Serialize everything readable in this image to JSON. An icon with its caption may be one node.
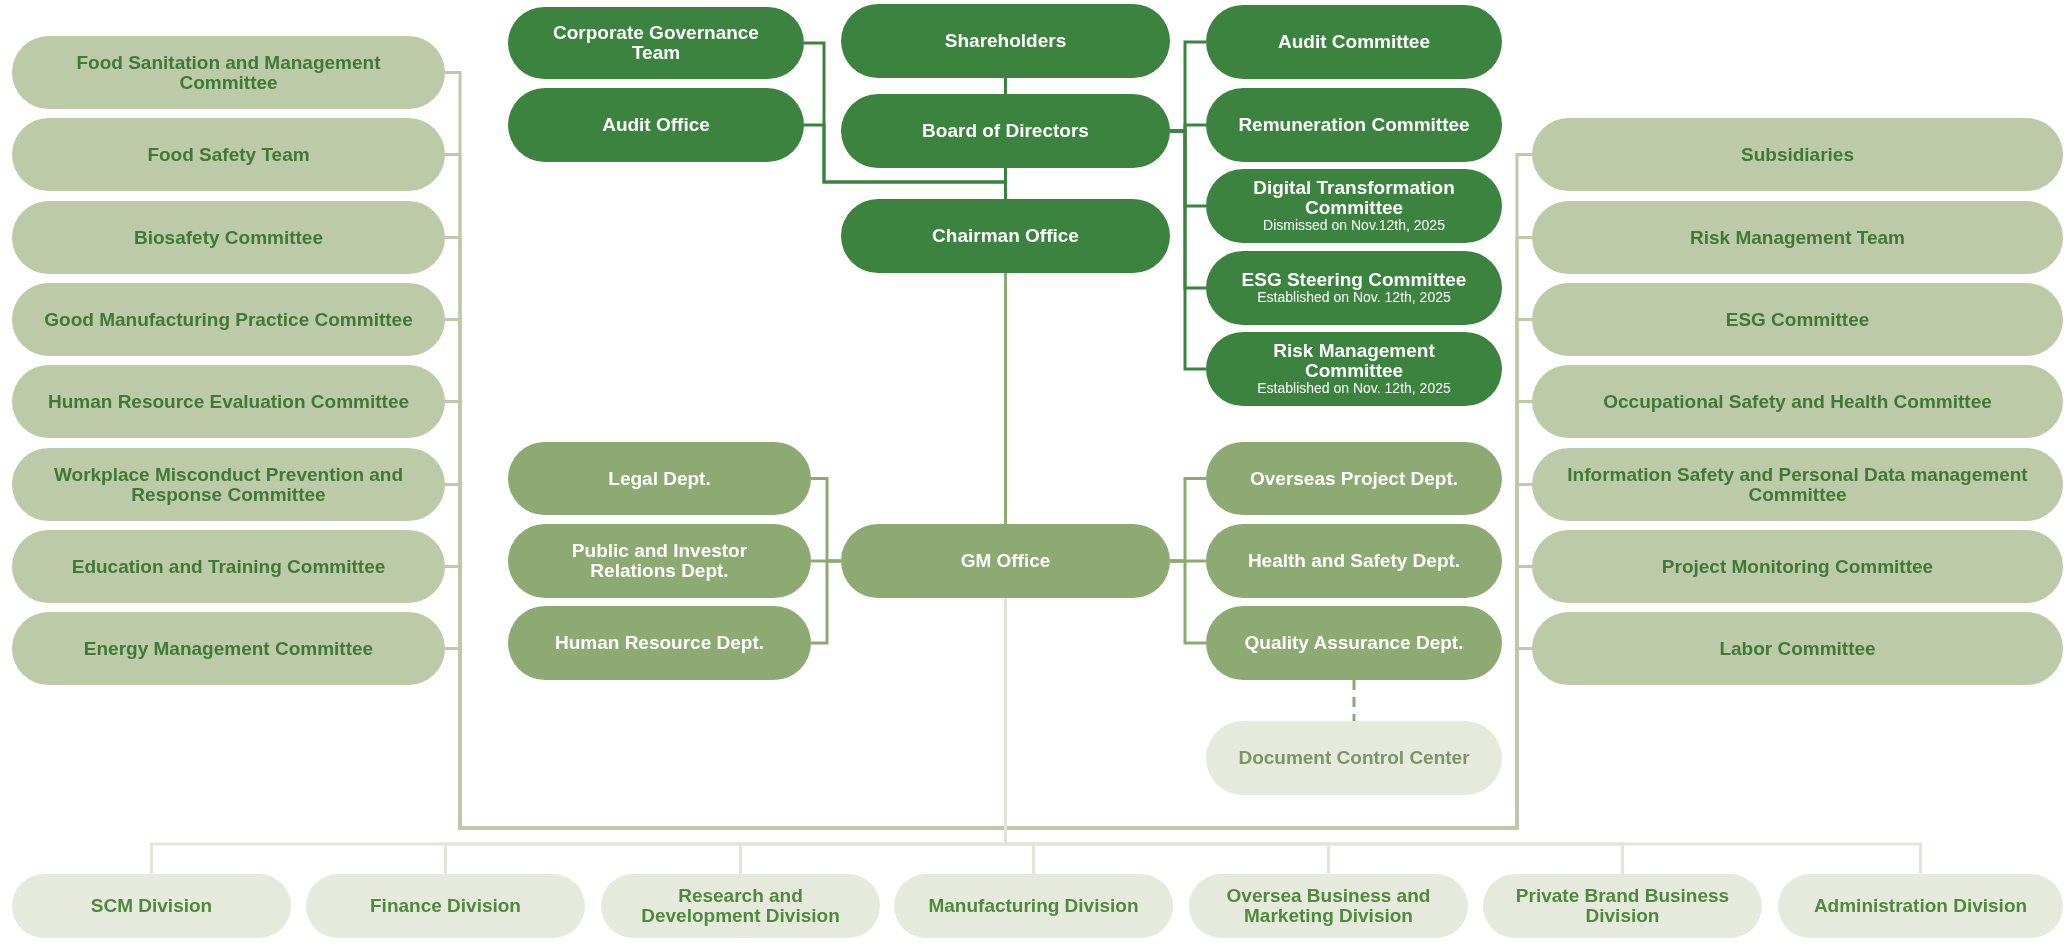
{
  "diagram": {
    "nodes": [
      {
        "text": [
          "Shareholders"
        ]
      },
      {
        "text": [
          "Board of Directors"
        ]
      },
      {
        "text": [
          "Chairman Office"
        ]
      },
      {
        "text": [
          "Corporate Governance Team"
        ]
      },
      {
        "text": [
          "Audit Office"
        ]
      },
      {
        "text": [
          "Audit Committee"
        ]
      },
      {
        "text": [
          "Remuneration Committee"
        ]
      },
      {
        "text": [
          "Digital Transformation Committee",
          "Dismissed on Nov.12th, 2025"
        ]
      },
      {
        "text": [
          "ESG Steering Committee",
          "Established on Nov. 12th, 2025"
        ]
      },
      {
        "text": [
          "Risk Management Committee",
          "Established on Nov. 12th, 2025"
        ]
      },
      {
        "text": [
          "GM Office"
        ]
      },
      {
        "text": [
          "Legal Dept."
        ]
      },
      {
        "text": [
          "Public and Investor Relations Dept."
        ]
      },
      {
        "text": [
          "Human Resource Dept."
        ]
      },
      {
        "text": [
          "Overseas Project Dept."
        ]
      },
      {
        "text": [
          "Health and Safety Dept."
        ]
      },
      {
        "text": [
          "Quality Assurance Dept."
        ]
      },
      {
        "text": [
          "Document Control Center"
        ]
      },
      {
        "text": [
          "Food Sanitation and Management Committee"
        ]
      },
      {
        "text": [
          "Food Safety Team"
        ]
      },
      {
        "text": [
          "Biosafety Committee"
        ]
      },
      {
        "text": [
          "Good Manufacturing Practice Committee"
        ]
      },
      {
        "text": [
          "Human Resource Evaluation Committee"
        ]
      },
      {
        "text": [
          "Workplace Misconduct Prevention and Response Committee"
        ]
      },
      {
        "text": [
          "Education and Training Committee"
        ]
      },
      {
        "text": [
          "Energy Management Committee"
        ]
      },
      {
        "text": [
          "Subsidiaries"
        ]
      },
      {
        "text": [
          "Risk Management Team"
        ]
      },
      {
        "text": [
          "ESG Committee"
        ]
      },
      {
        "text": [
          "Occupational Safety and Health Committee"
        ]
      },
      {
        "text": [
          "Information Safety and Personal Data management Committee"
        ]
      },
      {
        "text": [
          "Project Monitoring Committee"
        ]
      },
      {
        "text": [
          "Labor Committee"
        ]
      },
      {
        "text": [
          "SCM Division"
        ]
      },
      {
        "text": [
          "Finance Division"
        ]
      },
      {
        "text": [
          "Research and Development Division"
        ]
      },
      {
        "text": [
          "Manufacturing Division"
        ]
      },
      {
        "text": [
          "Oversea Business and Marketing Division"
        ]
      },
      {
        "text": [
          "Private Brand Business Division"
        ]
      },
      {
        "text": [
          "Administration Division"
        ]
      }
    ],
    "edges": [
      {
        "from": 0,
        "to": 1,
        "arrow": "none",
        "color": "#3d8340"
      },
      {
        "from": 1,
        "to": 2,
        "arrow": "none",
        "color": "#3d8340"
      },
      {
        "from": 1,
        "to": 3,
        "arrow": "none",
        "color": "#3d8340"
      },
      {
        "from": 1,
        "to": 4,
        "arrow": "none",
        "color": "#3d8340"
      },
      {
        "from": 1,
        "to": 5,
        "arrow": "none",
        "color": "#3d8340"
      },
      {
        "from": 1,
        "to": 6,
        "arrow": "none",
        "color": "#3d8340"
      },
      {
        "from": 1,
        "to": 7,
        "arrow": "none",
        "color": "#3d8340"
      },
      {
        "from": 1,
        "to": 8,
        "arrow": "none",
        "color": "#3d8340"
      },
      {
        "from": 1,
        "to": 9,
        "arrow": "none",
        "color": "#3d8340"
      },
      {
        "from": 2,
        "to": 10,
        "arrow": "none",
        "color": "#8daa73"
      },
      {
        "from": 10,
        "to": 11,
        "arrow": "none",
        "color": "#8daa73"
      },
      {
        "from": 10,
        "to": 12,
        "arrow": "none",
        "color": "#8daa73"
      },
      {
        "from": 10,
        "to": 13,
        "arrow": "none",
        "color": "#8daa73"
      },
      {
        "from": 10,
        "to": 14,
        "arrow": "none",
        "color": "#8daa73"
      },
      {
        "from": 10,
        "to": 15,
        "arrow": "none",
        "color": "#8daa73"
      },
      {
        "from": 10,
        "to": 16,
        "arrow": "none",
        "color": "#8daa73"
      },
      {
        "from": 16,
        "to": 17,
        "arrow": "none",
        "style": "dashed",
        "color": "#8daa73"
      },
      {
        "from": 10,
        "to": 18,
        "arrow": "none"
      },
      {
        "from": 10,
        "to": 19,
        "arrow": "none"
      },
      {
        "from": 10,
        "to": 20,
        "arrow": "none"
      },
      {
        "from": 10,
        "to": 21,
        "arrow": "none"
      },
      {
        "from": 10,
        "to": 22,
        "arrow": "none"
      },
      {
        "from": 10,
        "to": 23,
        "arrow": "none"
      },
      {
        "from": 10,
        "to": 24,
        "arrow": "none"
      },
      {
        "from": 10,
        "to": 25,
        "arrow": "none"
      },
      {
        "from": 10,
        "to": 26,
        "arrow": "none"
      },
      {
        "from": 10,
        "to": 27,
        "arrow": "none"
      },
      {
        "from": 10,
        "to": 28,
        "arrow": "none"
      },
      {
        "from": 10,
        "to": 29,
        "arrow": "none"
      },
      {
        "from": 10,
        "to": 30,
        "arrow": "none"
      },
      {
        "from": 10,
        "to": 31,
        "arrow": "none"
      },
      {
        "from": 10,
        "to": 32,
        "arrow": "none"
      },
      {
        "from": 10,
        "to": 33,
        "arrow": "none",
        "color": "#e1e6d7"
      },
      {
        "from": 10,
        "to": 34,
        "arrow": "none",
        "color": "#e1e6d7"
      },
      {
        "from": 10,
        "to": 35,
        "arrow": "none",
        "color": "#e1e6d7"
      },
      {
        "from": 10,
        "to": 36,
        "arrow": "none",
        "color": "#e1e6d7"
      },
      {
        "from": 10,
        "to": 37,
        "arrow": "none",
        "color": "#e1e6d7"
      },
      {
        "from": 10,
        "to": 38,
        "arrow": "none",
        "color": "#e1e6d7"
      },
      {
        "from": 10,
        "to": 39,
        "arrow": "none",
        "color": "#e1e6d7"
      }
    ]
  }
}
